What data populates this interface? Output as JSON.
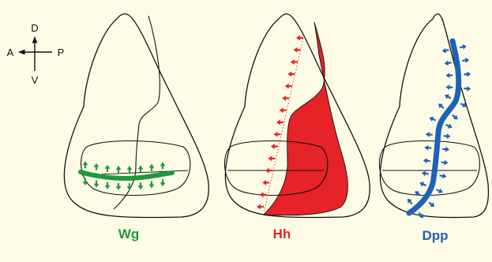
{
  "compass": {
    "up": "D",
    "down": "V",
    "left": "A",
    "right": "P"
  },
  "panels": [
    {
      "label": "Wg",
      "color": "#1e9a3c"
    },
    {
      "label": "Hh",
      "color": "#e62328"
    },
    {
      "label": "Dpp",
      "color": "#1f62b5"
    }
  ],
  "colors": {
    "background": "#fdfbe6",
    "outline": "#111111"
  }
}
